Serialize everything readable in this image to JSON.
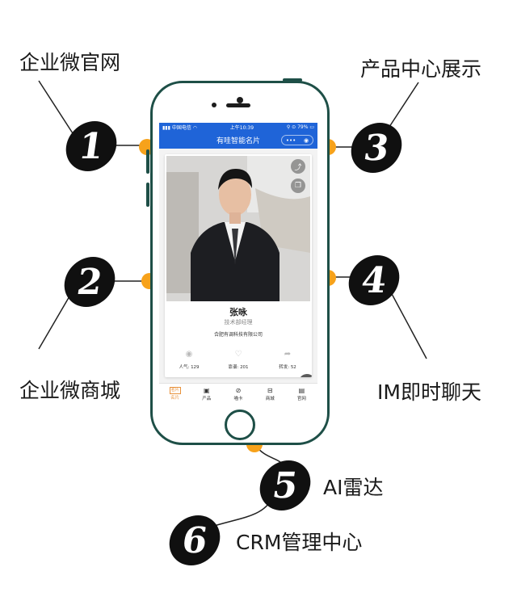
{
  "callouts": [
    {
      "num": "1",
      "label": "企业微官网"
    },
    {
      "num": "2",
      "label": "企业微商城"
    },
    {
      "num": "3",
      "label": "产品中心展示"
    },
    {
      "num": "4",
      "label": "IM即时聊天"
    },
    {
      "num": "5",
      "label": "AI雷达"
    },
    {
      "num": "6",
      "label": "CRM管理中心"
    }
  ],
  "status_bar": {
    "carrier": "中国电信",
    "time": "上午10:39",
    "battery": "79%"
  },
  "app": {
    "title": "有哇智能名片"
  },
  "card": {
    "name": "张咏",
    "job_title": "技术部经理",
    "company": "合肥有调科技有限公司",
    "stats": [
      {
        "label": "人气",
        "value": "129",
        "icon": "eye-icon"
      },
      {
        "label": "靠谱",
        "value": "201",
        "icon": "heart-icon"
      },
      {
        "label": "转发",
        "value": "52",
        "icon": "share-arrow-icon"
      }
    ]
  },
  "tabs": [
    {
      "label": "名片",
      "icon_text": "名片",
      "active": true
    },
    {
      "label": "产品",
      "icon": "product-icon",
      "active": false
    },
    {
      "label": "喵卡",
      "icon": "compass-icon",
      "active": false
    },
    {
      "label": "商城",
      "icon": "cart-icon",
      "active": false
    },
    {
      "label": "官网",
      "icon": "document-icon",
      "active": false
    }
  ],
  "colors": {
    "accent": "#f7a21b",
    "nav": "#1f64d8",
    "phone_frame": "#1e4f47",
    "badge": "#101010"
  }
}
